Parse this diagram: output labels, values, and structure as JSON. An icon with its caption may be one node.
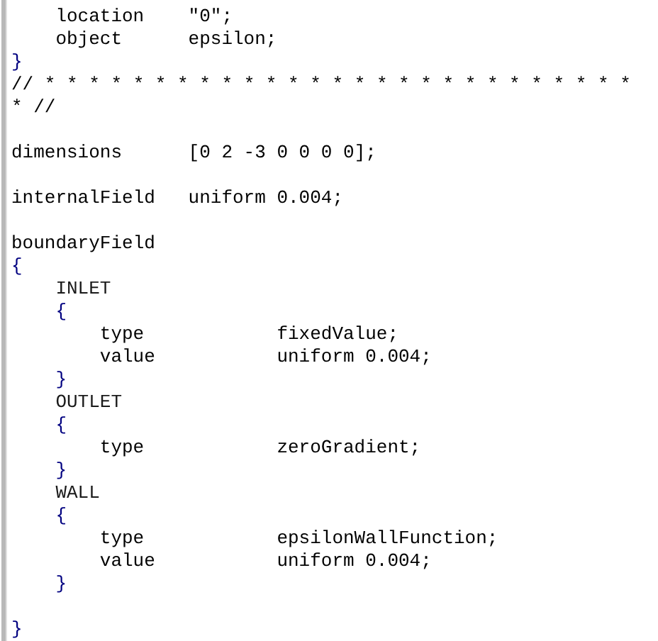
{
  "diagram": {
    "labels": [
      "location",
      "\"0\";",
      "object",
      "epsilon;",
      "}",
      "// * * * * * * * * * * * * * * * * * * * * * * * * * * *",
      "* //",
      "dimensions",
      "[0 2 -3 0 0 0 0];",
      "internalField",
      "uniform 0.004;",
      "boundaryField",
      "{",
      "INLET",
      "{",
      "type",
      "fixedValue;",
      "value",
      "uniform 0.004;",
      "}",
      "OUTLET",
      "{",
      "type",
      "zeroGradient;",
      "}",
      "WALL",
      "{",
      "type",
      "epsilonWallFunction;",
      "value",
      "uniform 0.004;",
      "}",
      "}"
    ]
  }
}
